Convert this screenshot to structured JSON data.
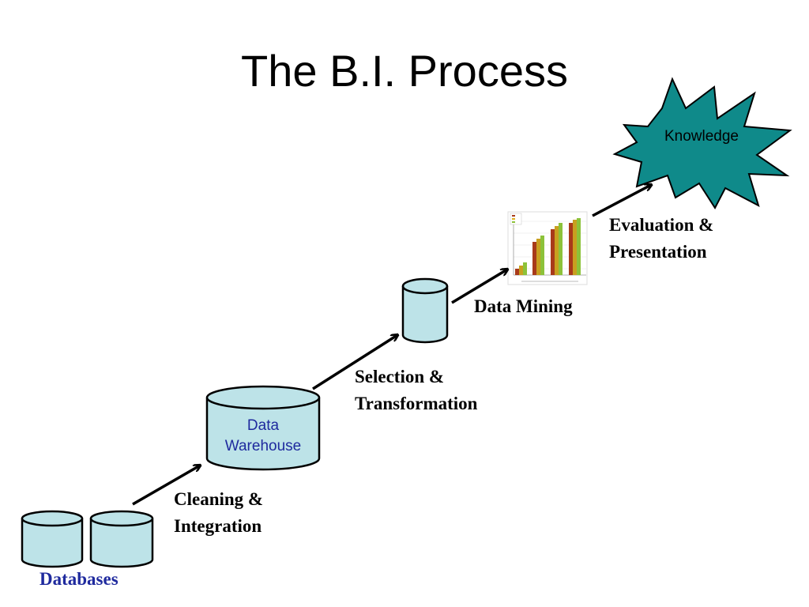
{
  "slide": {
    "title": "The B.I. Process",
    "databases_label": "Databases",
    "warehouse_line1": "Data",
    "warehouse_line2": "Warehouse",
    "knowledge_label": "Knowledge",
    "steps": {
      "cleaning_line1": "Cleaning &",
      "cleaning_line2": "Integration",
      "selection_line1": "Selection &",
      "selection_line2": "Transformation",
      "mining": "Data Mining",
      "evaluation_line1": "Evaluation &",
      "evaluation_line2": "Presentation"
    }
  },
  "colors": {
    "cylinder_fill": "#bde3e8",
    "knowledge_fill": "#0f8a8a",
    "label_blue": "#1f2a9e",
    "bar_red": "#a83a1a",
    "bar_green": "#8cc23a"
  }
}
